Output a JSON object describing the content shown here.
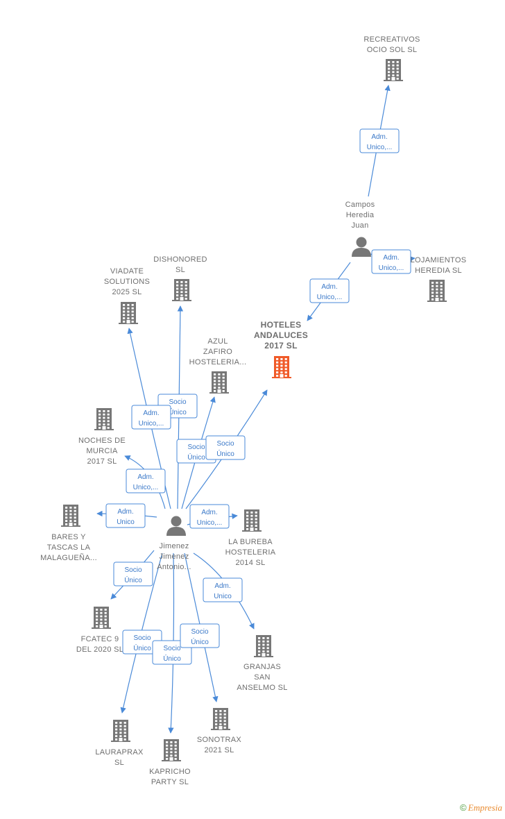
{
  "colors": {
    "edge": "#4a8ad8",
    "company": "#777777",
    "focus": "#f05a28",
    "person": "#777777"
  },
  "nodes": [
    {
      "id": "recreativos",
      "type": "company",
      "label": [
        "RECREATIVOS",
        "OCIO SOL  SL"
      ]
    },
    {
      "id": "campos",
      "type": "person",
      "label": [
        "Campos",
        "Heredia",
        "Juan"
      ]
    },
    {
      "id": "alojamientos",
      "type": "company",
      "label": [
        "LOJAMIENTOS",
        "HEREDIA  SL"
      ]
    },
    {
      "id": "hoteles",
      "type": "focus",
      "label": [
        "HOTELES",
        "ANDALUCES",
        "2017  SL"
      ]
    },
    {
      "id": "dishonored",
      "type": "company",
      "label": [
        "DISHONORED",
        "SL"
      ]
    },
    {
      "id": "viadate",
      "type": "company",
      "label": [
        "VIADATE",
        "SOLUTIONS",
        "2025  SL"
      ]
    },
    {
      "id": "azul",
      "type": "company",
      "label": [
        "AZUL",
        "ZAFIRO",
        "HOSTELERIA..."
      ]
    },
    {
      "id": "noches",
      "type": "company",
      "label": [
        "NOCHES DE",
        "MURCIA",
        "2017  SL"
      ]
    },
    {
      "id": "bares",
      "type": "company",
      "label": [
        "BARES Y",
        "TASCAS LA",
        "MALAGUEÑA..."
      ]
    },
    {
      "id": "jimenez",
      "type": "person",
      "label": [
        "Jimenez",
        "Jimenez",
        "Antonio..."
      ]
    },
    {
      "id": "bureba",
      "type": "company",
      "label": [
        "LA BUREBA",
        "HOSTELERIA",
        "2014  SL"
      ]
    },
    {
      "id": "fcatec",
      "type": "company",
      "label": [
        "FCATEC 9",
        "DEL 2020  SL"
      ]
    },
    {
      "id": "granjas",
      "type": "company",
      "label": [
        "GRANJAS",
        "SAN",
        "ANSELMO SL"
      ]
    },
    {
      "id": "lauraprax",
      "type": "company",
      "label": [
        "LAURAPRAX",
        "SL"
      ]
    },
    {
      "id": "kapricho",
      "type": "company",
      "label": [
        "KAPRICHO",
        "PARTY  SL"
      ]
    },
    {
      "id": "sonotrax",
      "type": "company",
      "label": [
        "SONOTRAX",
        "2021  SL"
      ]
    }
  ],
  "edges": [
    {
      "from": "campos",
      "to": "recreativos",
      "label": [
        "Adm.",
        "Unico,..."
      ]
    },
    {
      "from": "campos",
      "to": "alojamientos",
      "label": [
        "Adm.",
        "Unico,..."
      ]
    },
    {
      "from": "campos",
      "to": "hoteles",
      "label": [
        "Adm.",
        "Unico,..."
      ]
    },
    {
      "from": "jimenez",
      "to": "dishonored",
      "label": [
        "Socio",
        "Único"
      ]
    },
    {
      "from": "jimenez",
      "to": "viadate",
      "label": [
        "Adm.",
        "Unico,..."
      ]
    },
    {
      "from": "jimenez",
      "to": "azul",
      "label": [
        "Socio",
        "Único"
      ]
    },
    {
      "from": "jimenez",
      "to": "hoteles",
      "label": [
        "Socio",
        "Único"
      ]
    },
    {
      "from": "jimenez",
      "to": "noches",
      "label": [
        "Adm.",
        "Unico,..."
      ]
    },
    {
      "from": "jimenez",
      "to": "bares",
      "label": [
        "Adm.",
        "Unico"
      ]
    },
    {
      "from": "jimenez",
      "to": "bureba",
      "label": [
        "Adm.",
        "Unico,..."
      ]
    },
    {
      "from": "jimenez",
      "to": "fcatec",
      "label": [
        "Socio",
        "Único"
      ]
    },
    {
      "from": "jimenez",
      "to": "granjas",
      "label": [
        "Adm.",
        "Unico"
      ]
    },
    {
      "from": "jimenez",
      "to": "lauraprax",
      "label": [
        "Socio",
        "Único"
      ]
    },
    {
      "from": "jimenez",
      "to": "kapricho",
      "label": [
        "Socio",
        "Único"
      ]
    },
    {
      "from": "jimenez",
      "to": "sonotrax",
      "label": [
        "Socio",
        "Único"
      ]
    }
  ],
  "footer": {
    "copyright_symbol": "©",
    "brand": "Empresia"
  }
}
